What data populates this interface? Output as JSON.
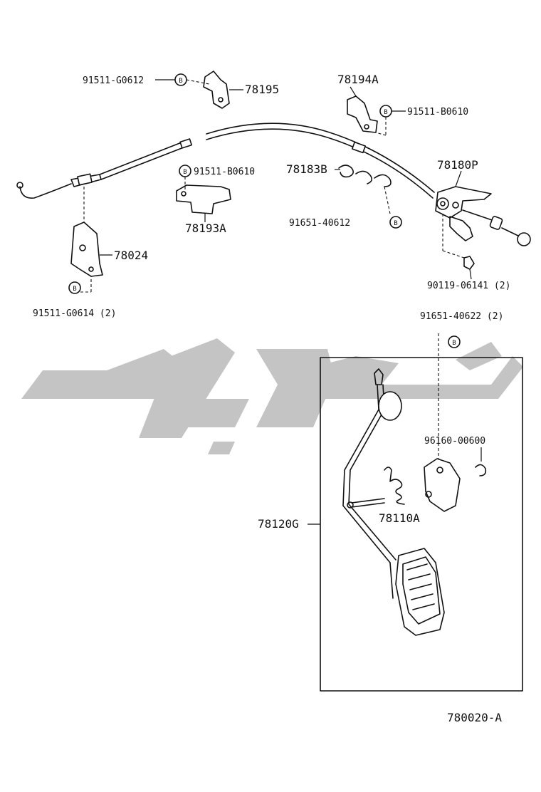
{
  "diagram": {
    "labels": {
      "p78195": "78195",
      "p91511_g0612": "91511-G0612",
      "p78194a": "78194A",
      "p91511_b0610_top": "91511-B0610",
      "p78183b": "78183B",
      "p78180p": "78180P",
      "p91511_b0610_mid": "91511-B0610",
      "p78193a": "78193A",
      "p91651_40612": "91651-40612",
      "p78024": "78024",
      "p91511_g0614": "91511-G0614 (2)",
      "p90119_06141": "90119-06141 (2)",
      "p91651_40622": "91651-40622 (2)",
      "p96160_00600": "96160-00600",
      "p78110a": "78110A",
      "p78120g": "78120G",
      "figure_code": "780020-A"
    },
    "bolt_symbol": "B",
    "colors": {
      "line": "#111111",
      "watermark": "#c4c4c4",
      "background": "#ffffff"
    }
  }
}
